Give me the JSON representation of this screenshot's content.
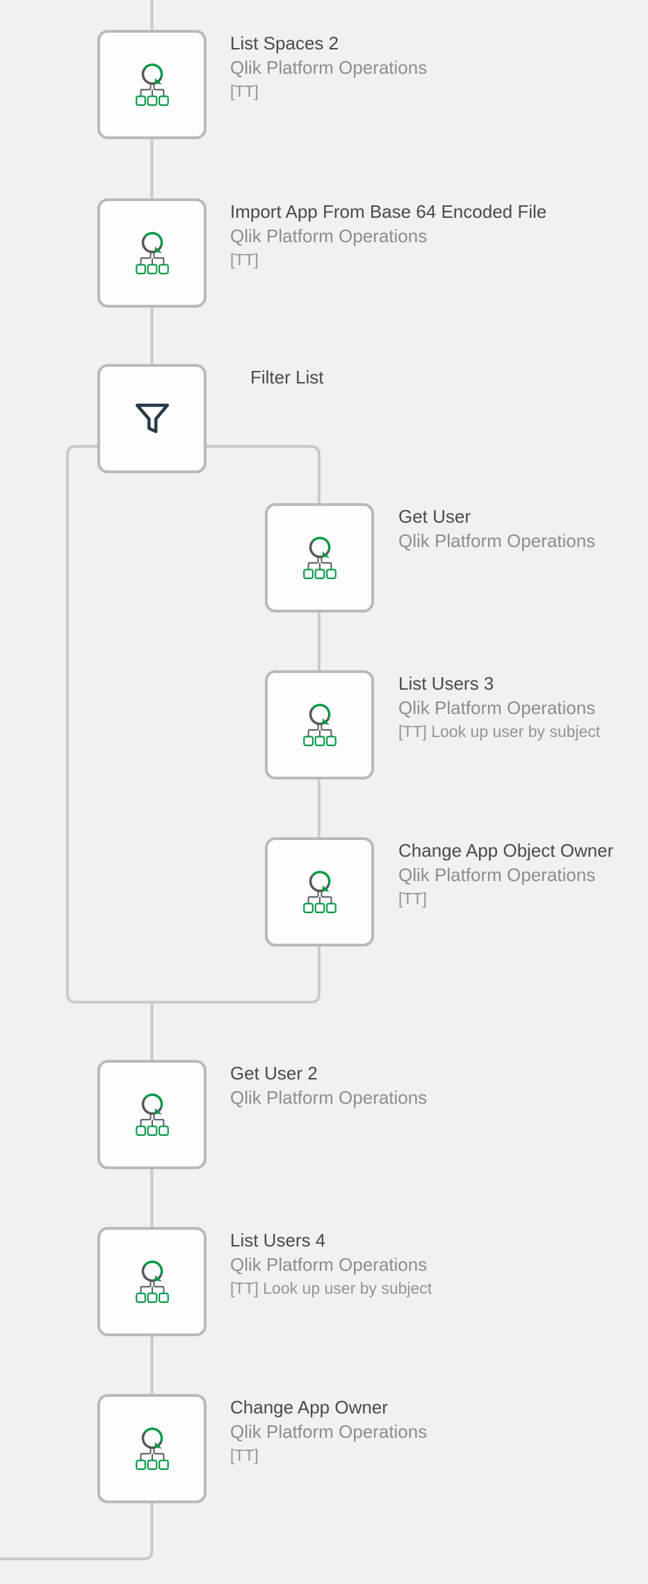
{
  "app": "workflow-automation-canvas",
  "colors": {
    "accent_green": "#009845",
    "icon_dark": "#54565a",
    "funnel_dark": "#2b3a47",
    "connector_line": "#c9c9c9",
    "box_border": "#b9b9b9",
    "background": "#f1f1f2",
    "title_text": "#4a4a4a",
    "subtitle_text": "#8d8d8d",
    "note_text": "#949494"
  },
  "icons": {
    "qlik_block": "qlik-platform-operations-icon",
    "filter_block": "filter-funnel-icon"
  },
  "blocks": [
    {
      "title": "List Spaces 2",
      "subtitle": "Qlik Platform Operations",
      "note": "[TT]"
    },
    {
      "title": "Import App From Base 64 Encoded File",
      "subtitle": "Qlik Platform Operations",
      "note": "[TT]"
    },
    {
      "title": "Filter List"
    },
    {
      "title": "Get User",
      "subtitle": "Qlik Platform Operations"
    },
    {
      "title": "List Users 3",
      "subtitle": "Qlik Platform Operations",
      "note": "[TT] Look up user by subject"
    },
    {
      "title": "Change App Object Owner",
      "subtitle": "Qlik Platform Operations",
      "note": "[TT]"
    },
    {
      "title": "Get User 2",
      "subtitle": "Qlik Platform Operations"
    },
    {
      "title": "List Users 4",
      "subtitle": "Qlik Platform Operations",
      "note": "[TT] Look up user by subject"
    },
    {
      "title": "Change App Owner",
      "subtitle": "Qlik Platform Operations",
      "note": "[TT]"
    }
  ]
}
